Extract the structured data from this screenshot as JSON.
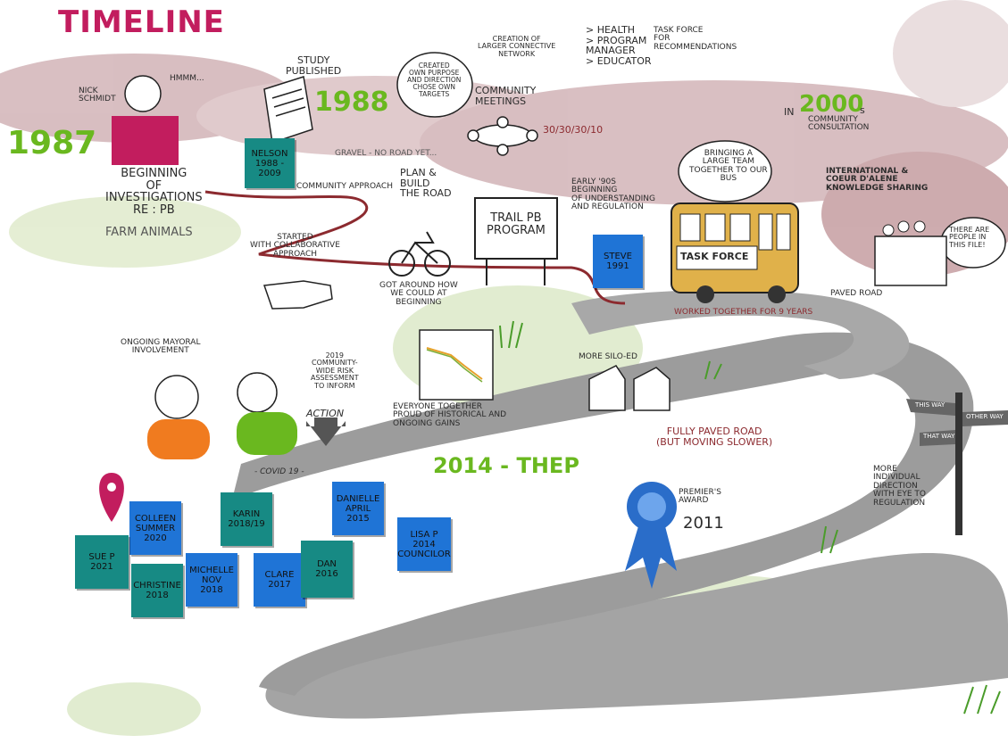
{
  "title": "TIMELINE",
  "colors": {
    "teal_note": "#178a84",
    "blue_note": "#1f74d6",
    "road": "#9a9a9a",
    "year_green": "#6ab81f",
    "title_magenta": "#c21d5e",
    "path_red": "#8c2a2f",
    "bus_yellow": "#e0b14a"
  },
  "years": {
    "y1987": "1987",
    "y1988": "1988",
    "y2000": "2000",
    "y2000_suffix": "s"
  },
  "labels": {
    "nick": "Nick\nSchmidt",
    "hmmm": "HMMM...",
    "beginning": "Beginning\nof\nInvestigations\nRe : Pb",
    "farm": "Farm Animals",
    "study": "Study\nPublished",
    "gravel": "Gravel - No Road Yet...",
    "community_approach": "Community Approach",
    "plan_build": "Plan &\nBuild\nThe Road",
    "created": "Created\nOwn Purpose\nand Direction\nChose Own\nTargets",
    "creation_network": "Creation of\nLarger Connective\nNetwork",
    "community_meetings": "Community\nMeetings",
    "ratio": "30/30/30/10",
    "roles": "> Health\n> Program\n   Manager\n> Educator",
    "task_force_rec": "Task Force\nFor\nRecommendations",
    "in2000_prefix": "In",
    "community_consultation": "Community\nConsultation",
    "bringing": "Bringing a\nLarge Team\nTogether to Our\nBus",
    "international": "International &\nCoeur d'Alene\nKnowledge Sharing",
    "there_are": "There Are\nPeople in\nThis File!",
    "early90s": "Early '90s\nBeginning\nof Understanding\nand Regulation",
    "trail": "Trail Pb\nProgram",
    "started": "Started\nwith Collaborative\nApproach",
    "got_around": "Got Around How\nWe Could at\nBeginning",
    "task_force_bus": "Task Force",
    "paved_road": "Paved Road",
    "worked": "Worked Together for 9 Years",
    "mayoral": "Ongoing Mayoral\nInvolvement",
    "risk": "2019\nCommunity-\nWide Risk\nAssessment\nto Inform",
    "action": "Action",
    "everyone": "Everyone Together\nProud of Historical and\nOngoing Gains",
    "silo": "More Silo-Ed",
    "fully_paved": "Fully Paved Road\n(But Moving Slower)",
    "covid": "- Covid 19 -",
    "thep": "2014 - THEP",
    "premier": "Premier's\nAward",
    "premier_year": "2011",
    "more_individual": "More\nIndividual\nDirection\nwith Eye to\nRegulation",
    "this_way": "This Way",
    "other_way": "Other Way",
    "that_way": "That Way"
  },
  "notes": [
    {
      "id": "nelson",
      "text": "Nelson\n1988 -\n2009",
      "color": "teal"
    },
    {
      "id": "steve",
      "text": "Steve\n1991",
      "color": "blue"
    },
    {
      "id": "colleen",
      "text": "Colleen\nSummer\n2020",
      "color": "blue"
    },
    {
      "id": "karin",
      "text": "Karin\n2018/19",
      "color": "teal"
    },
    {
      "id": "danielle",
      "text": "Danielle\nApril\n2015",
      "color": "blue"
    },
    {
      "id": "lisa",
      "text": "Lisa P\n2014\nCouncilor",
      "color": "blue"
    },
    {
      "id": "sue",
      "text": "Sue P\n2021",
      "color": "teal"
    },
    {
      "id": "christine",
      "text": "Christine\n2018",
      "color": "teal"
    },
    {
      "id": "michelle",
      "text": "Michelle\nNov\n2018",
      "color": "blue"
    },
    {
      "id": "clare",
      "text": "Clare\n2017",
      "color": "blue"
    },
    {
      "id": "dan",
      "text": "Dan\n2016",
      "color": "teal"
    }
  ]
}
